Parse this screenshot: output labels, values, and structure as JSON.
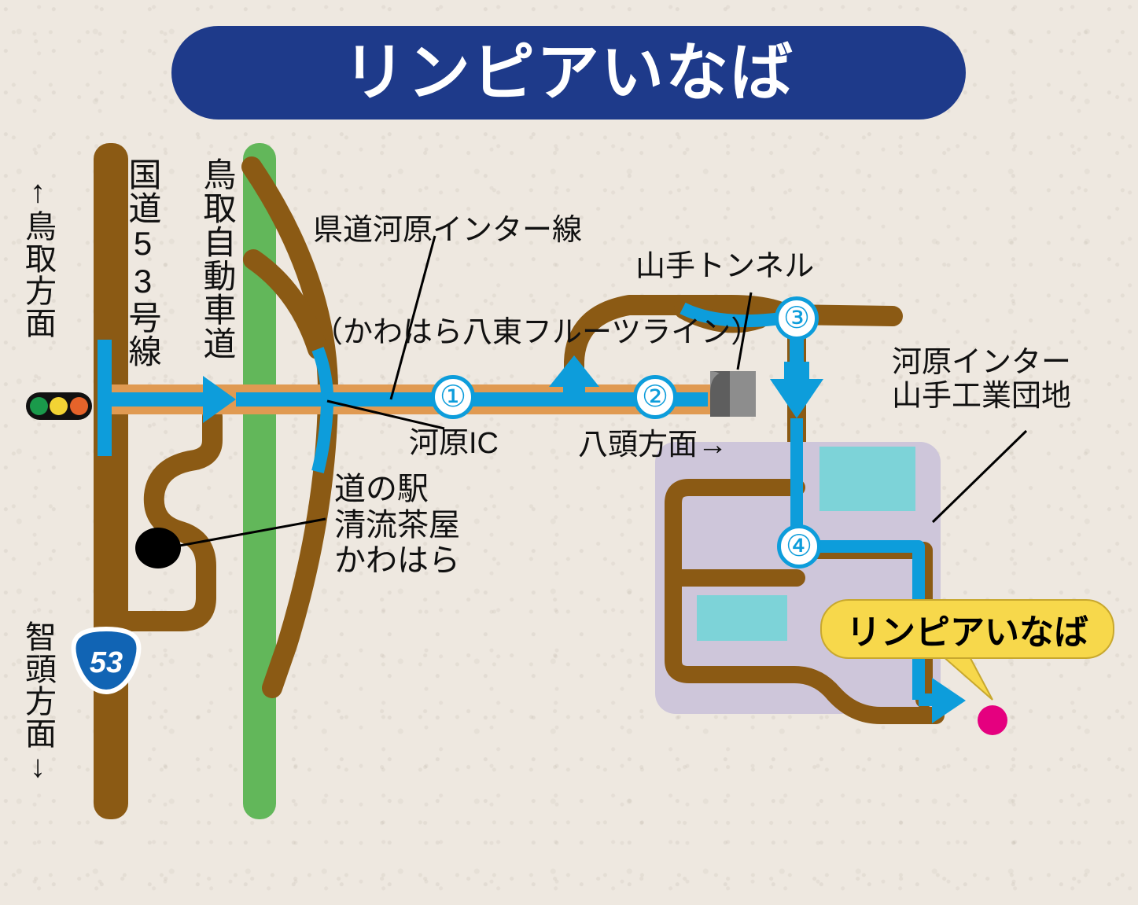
{
  "title": {
    "text": "リンピアいなば",
    "banner_bg": "#1e3a8a",
    "banner_fg": "#ffffff"
  },
  "colors": {
    "background": "#eee8e0",
    "road_brown": "#8b5a14",
    "road_orange": "#e09a52",
    "road_green": "#62b75a",
    "route_blue": "#0d9ddb",
    "industrial_park": "#cec6da",
    "building_cyan": "#7dd3d8",
    "destination_pink": "#e5007f",
    "callout_yellow": "#f7d84b",
    "shield_blue": "#1164b4",
    "tunnel_gray": "#8d8d8d",
    "tunnel_gray_dark": "#5e5e5e"
  },
  "labels": {
    "tottori_direction": "↑鳥取方面",
    "route53_name": "国道53号線",
    "tottori_expressway": "鳥取自動車道",
    "chizu_direction": "智頭方面↓",
    "kendo_line": "県道河原インター線",
    "kendo_line_sub": "（かわはら八東フルーツライン）",
    "yamate_tunnel": "山手トンネル",
    "kawahara_ic": "河原IC",
    "yazu_direction": "八頭方面→",
    "michi_no_eki": "道の駅\n清流茶屋\nかわはら",
    "industrial_park": "河原インター\n山手工業団地",
    "destination_callout": "リンピアいなば"
  },
  "shield": {
    "number": "53",
    "icon": "route-shield-icon"
  },
  "traffic_signal": {
    "icon": "traffic-light-icon",
    "lamps": [
      "#1a9a4b",
      "#f2d334",
      "#e5632a"
    ]
  },
  "route_markers": [
    {
      "number": "①",
      "name": "marker-1"
    },
    {
      "number": "②",
      "name": "marker-2"
    },
    {
      "number": "③",
      "name": "marker-3"
    },
    {
      "number": "④",
      "name": "marker-4"
    }
  ],
  "icons": {
    "tunnel": "tunnel-portal-icon",
    "rest_stop": "rest-stop-dot-icon",
    "destination": "destination-dot-icon",
    "arrow_right": "arrow-right-icon",
    "arrow_up": "arrow-up-icon",
    "arrow_down": "arrow-down-icon"
  }
}
